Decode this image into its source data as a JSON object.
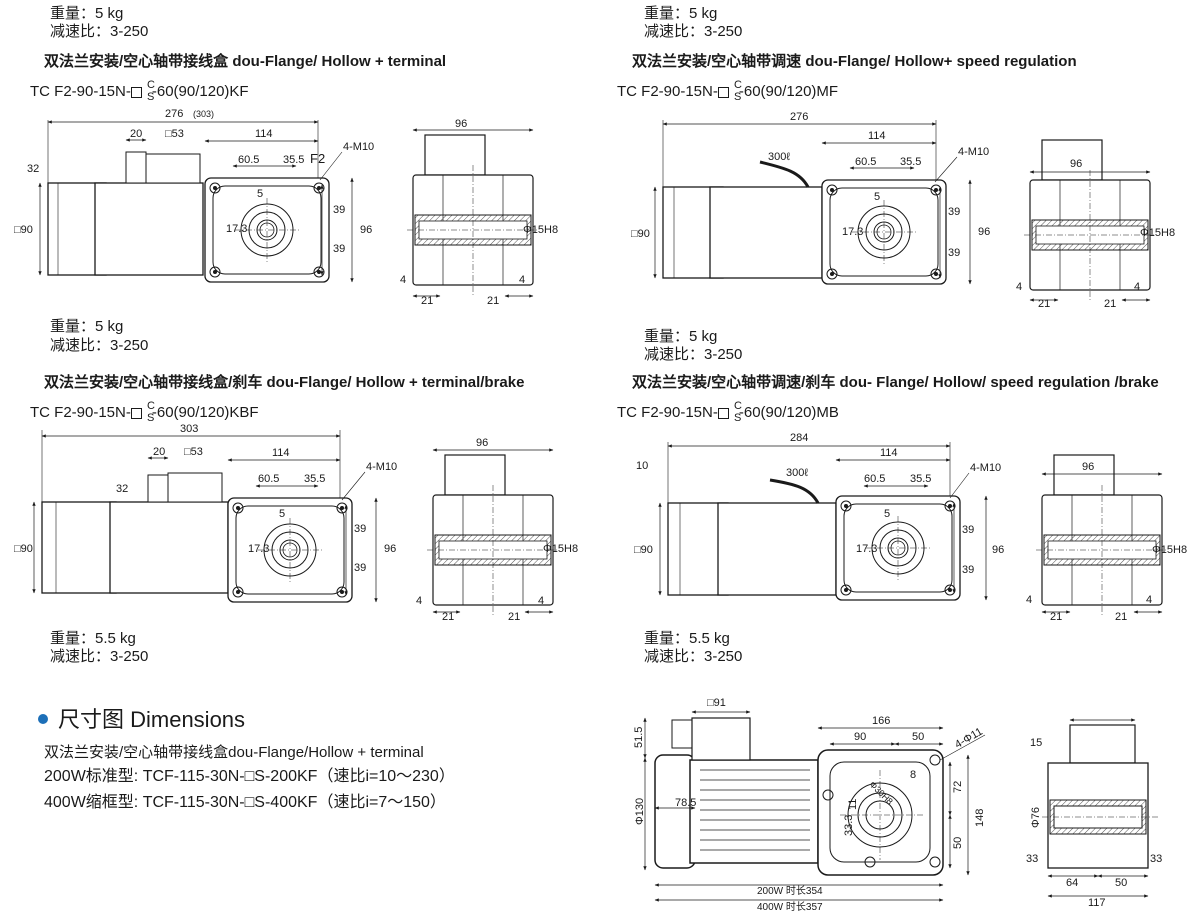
{
  "panels": {
    "tl": {
      "weight": "重量：5 kg",
      "ratio": "减速比：3-250",
      "title": "双法兰安装/空心轴带接线盒 dou-Flange/ Hollow + terminal",
      "model_pre": "TC F2-90-15N-",
      "model_post": "-60(90/120)KF",
      "dims": {
        "len": "276",
        "len_alt": "(303)",
        "d20": "20",
        "d53": "□53",
        "d114": "114",
        "d605": "60.5",
        "d355": "35.5",
        "f2": "F2",
        "m10": "4-M10",
        "d32": "32",
        "d90": "□90",
        "d5": "5",
        "d173": "17.3",
        "d39a": "39",
        "d39b": "39",
        "d96": "96",
        "side96": "96",
        "shaft": "Φ15H8",
        "d4a": "4",
        "d21a": "21",
        "d21b": "21",
        "d4b": "4"
      }
    },
    "tr": {
      "weight": "重量：5 kg",
      "ratio": "减速比：3-250",
      "title": "双法兰安装/空心轴带调速 dou-Flange/ Hollow+ speed regulation",
      "model_pre": "TC F2-90-15N-",
      "model_post": "-60(90/120)MF",
      "dims": {
        "len": "276",
        "cable": "300ℓ",
        "d114": "114",
        "d605": "60.5",
        "d355": "35.5",
        "m10": "4-M10",
        "d90": "□90",
        "d5": "5",
        "d173": "17.3",
        "d39a": "39",
        "d39b": "39",
        "d96": "96",
        "side96": "96",
        "shaft": "Φ15H8",
        "d4a": "4",
        "d21a": "21",
        "d21b": "21",
        "d4b": "4"
      }
    },
    "ml": {
      "weight": "重量：5 kg",
      "ratio": "减速比：3-250",
      "title": "双法兰安装/空心轴带接线盒/刹车 dou-Flange/ Hollow + terminal/brake",
      "model_pre": "TC F2-90-15N-",
      "model_post": "-60(90/120)KBF",
      "dims": {
        "len": "303",
        "d20": "20",
        "d53": "□53",
        "d114": "114",
        "d605": "60.5",
        "d355": "35.5",
        "m10": "4-M10",
        "d32": "32",
        "d90": "□90",
        "d5": "5",
        "d173": "17.3",
        "d39a": "39",
        "d39b": "39",
        "d96": "96",
        "side96": "96",
        "shaft": "Φ15H8",
        "d4a": "4",
        "d21a": "21",
        "d21b": "21",
        "d4b": "4"
      }
    },
    "mr": {
      "weight": "重量：5 kg",
      "ratio": "减速比：3-250",
      "title": "双法兰安装/空心轴带调速/刹车 dou- Flange/ Hollow/ speed regulation /brake",
      "model_pre": "TC F2-90-15N-",
      "model_post": "-60(90/120)MB",
      "dims": {
        "len": "284",
        "d10": "10",
        "cable": "300ℓ",
        "d114": "114",
        "d605": "60.5",
        "d355": "35.5",
        "m10": "4-M10",
        "d90": "□90",
        "d5": "5",
        "d173": "17.3",
        "d39a": "39",
        "d39b": "39",
        "d96": "96",
        "side96": "96",
        "shaft": "Φ15H8",
        "d4a": "4",
        "d21a": "21",
        "d21b": "21",
        "d4b": "4"
      }
    }
  },
  "frac_c": "C",
  "frac_s": "S",
  "bottom_weights": {
    "left_weight": "重量：5.5 kg",
    "left_ratio": "减速比：3-250",
    "right_weight": "重量：5.5 kg",
    "right_ratio": "减速比：3-250"
  },
  "dimensions": {
    "heading": "尺寸图 Dimensions",
    "subtitle": "双法兰安装/空心轴带接线盒dou-Flange/Hollow + terminal",
    "line1": "200W标准型: TCF-115-30N-□S-200KF（速比i=10～230）",
    "line2": "400W缩框型: TCF-115-30N-□S-400KF（速比i=7～150）"
  },
  "big_drawing": {
    "d91": "□91",
    "d515": "51.5",
    "d130": "Φ130",
    "d785": "78.5",
    "d166": "166",
    "d90": "90",
    "d50a": "50",
    "d411": "4-Φ11",
    "d30": "Φ30H8",
    "d8": "8",
    "d11": "11",
    "d333": "33.3",
    "d72": "72",
    "d148": "148",
    "d50b": "50",
    "len200": "200W 时长354",
    "len400": "400W 时长357",
    "s15": "15",
    "s76": "Φ76",
    "s33a": "33",
    "s33b": "33",
    "s64": "64",
    "s50": "50",
    "s117": "117"
  }
}
